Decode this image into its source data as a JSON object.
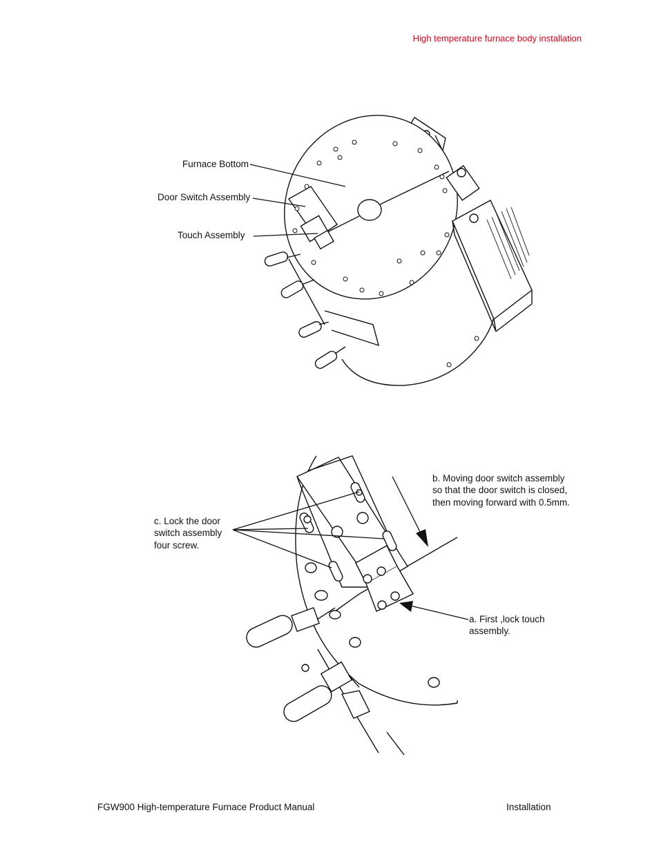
{
  "header": {
    "title": "High temperature furnace body installation"
  },
  "figure1": {
    "labels": {
      "furnace_bottom": "Furnace Bottom",
      "door_switch_assembly": "Door Switch Assembly",
      "touch_assembly": "Touch Assembly"
    }
  },
  "figure2": {
    "notes": {
      "b": "b. Moving door switch assembly so that the door switch is closed, then moving forward with 0.5mm.",
      "c": "c. Lock the door switch assembly four screw.",
      "a": "a. First ,lock touch assembly."
    }
  },
  "footer": {
    "left": "FGW900 High-temperature Furnace Product Manual",
    "right": "Installation"
  }
}
